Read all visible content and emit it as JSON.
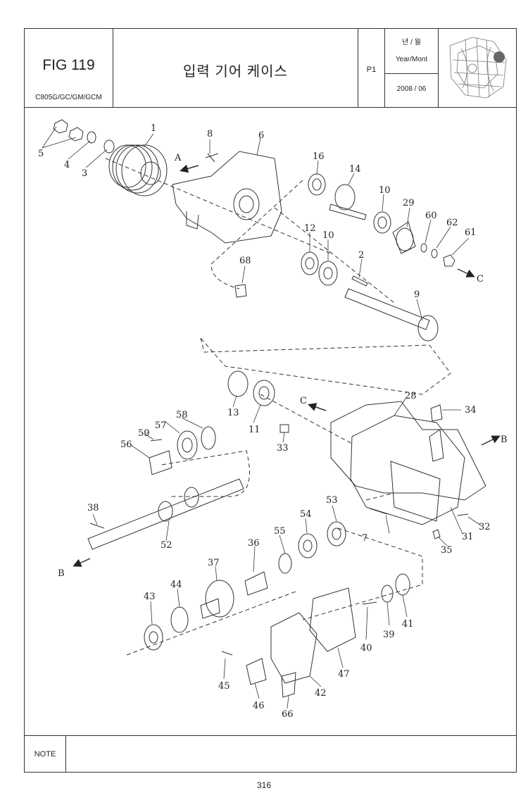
{
  "header": {
    "fig": "FIG 119",
    "models": "C805G/GC/GM/GCM",
    "title": "입력 기어 케이스",
    "page_code": "P1",
    "year_month_ko": "년 / 월",
    "year_month_en": "Year/Mont",
    "date": "2008 / 06"
  },
  "callouts": [
    {
      "id": "n1",
      "text": "1"
    },
    {
      "id": "n2",
      "text": "2"
    },
    {
      "id": "n3",
      "text": "3"
    },
    {
      "id": "n4",
      "text": "4"
    },
    {
      "id": "n5",
      "text": "5"
    },
    {
      "id": "n6",
      "text": "6"
    },
    {
      "id": "n7",
      "text": "7"
    },
    {
      "id": "n8",
      "text": "8"
    },
    {
      "id": "n9",
      "text": "9"
    },
    {
      "id": "n10a",
      "text": "10"
    },
    {
      "id": "n10b",
      "text": "10"
    },
    {
      "id": "n11",
      "text": "11"
    },
    {
      "id": "n12",
      "text": "12"
    },
    {
      "id": "n13",
      "text": "13"
    },
    {
      "id": "n14",
      "text": "14"
    },
    {
      "id": "n16",
      "text": "16"
    },
    {
      "id": "n28",
      "text": "28"
    },
    {
      "id": "n29",
      "text": "29"
    },
    {
      "id": "n31",
      "text": "31"
    },
    {
      "id": "n32",
      "text": "32"
    },
    {
      "id": "n33",
      "text": "33"
    },
    {
      "id": "n34",
      "text": "34"
    },
    {
      "id": "n35",
      "text": "35"
    },
    {
      "id": "n36",
      "text": "36"
    },
    {
      "id": "n37",
      "text": "37"
    },
    {
      "id": "n38",
      "text": "38"
    },
    {
      "id": "n39",
      "text": "39"
    },
    {
      "id": "n40",
      "text": "40"
    },
    {
      "id": "n41",
      "text": "41"
    },
    {
      "id": "n42",
      "text": "42"
    },
    {
      "id": "n43",
      "text": "43"
    },
    {
      "id": "n44",
      "text": "44"
    },
    {
      "id": "n45",
      "text": "45"
    },
    {
      "id": "n46",
      "text": "46"
    },
    {
      "id": "n47",
      "text": "47"
    },
    {
      "id": "n52",
      "text": "52"
    },
    {
      "id": "n53",
      "text": "53"
    },
    {
      "id": "n54",
      "text": "54"
    },
    {
      "id": "n55",
      "text": "55"
    },
    {
      "id": "n56",
      "text": "56"
    },
    {
      "id": "n57",
      "text": "57"
    },
    {
      "id": "n58",
      "text": "58"
    },
    {
      "id": "n59",
      "text": "59"
    },
    {
      "id": "n60",
      "text": "60"
    },
    {
      "id": "n61",
      "text": "61"
    },
    {
      "id": "n62",
      "text": "62"
    },
    {
      "id": "n66",
      "text": "66"
    },
    {
      "id": "n68",
      "text": "68"
    }
  ],
  "arrow_labels": {
    "a": "A",
    "b": "B",
    "c": "C"
  },
  "note_label": "NOTE",
  "page_number": "316"
}
